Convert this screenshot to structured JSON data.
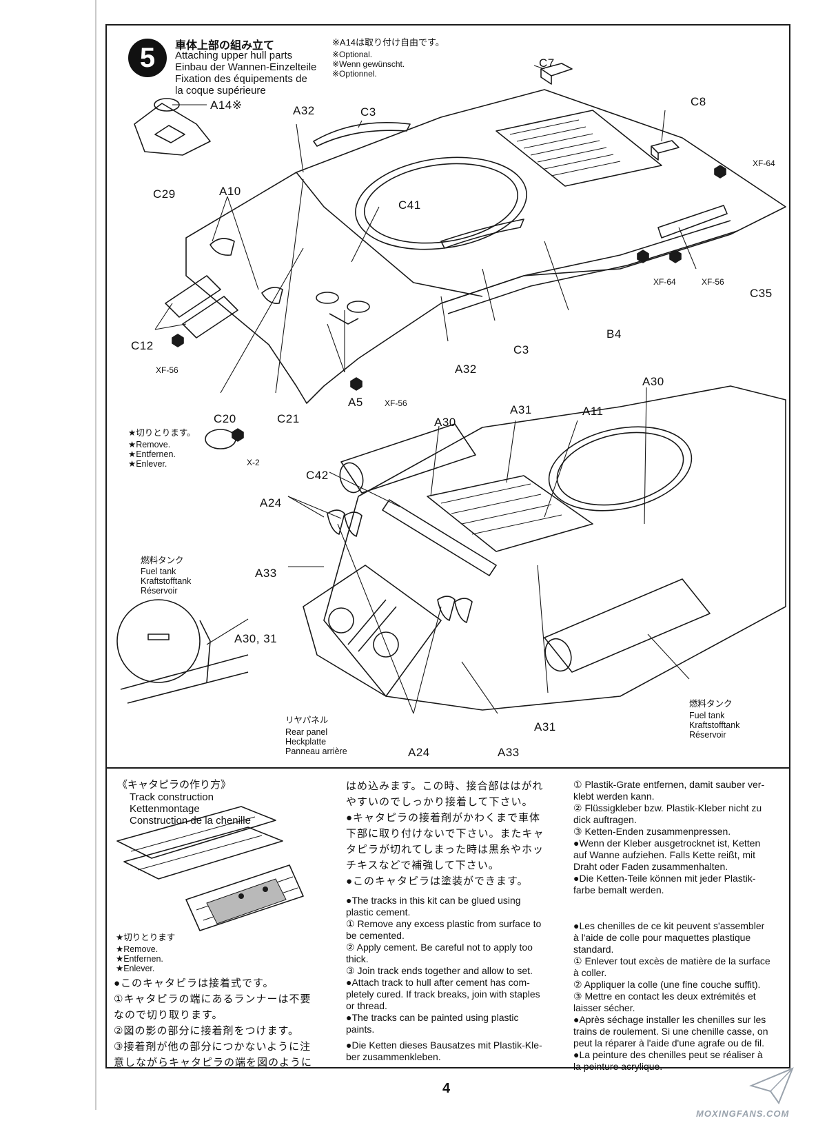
{
  "step": {
    "number": "5",
    "title_jp": "車体上部の組み立て",
    "title_en": "Attaching upper hull parts",
    "title_de": "Einbau der Wannen-Einzelteile",
    "title_fr_1": "Fixation des équipements de",
    "title_fr_2": "la coque supérieure"
  },
  "optional_note": {
    "jp": "※A14は取り付け自由です。",
    "en": "※Optional.",
    "de": "※Wenn gewünscht.",
    "fr": "※Optionnel."
  },
  "part_labels": {
    "a14": "A14※",
    "c29": "C29",
    "a10": "A10",
    "a32_top": "A32",
    "c3_top": "C3",
    "c7": "C7",
    "c8": "C8",
    "xf64_right": "XF-64",
    "c41": "C41",
    "c12": "C12",
    "xf56_left": "XF-56",
    "xf64_mid": "XF-64",
    "xf56_mid": "XF-56",
    "c35": "C35",
    "b4": "B4",
    "c3_bottom": "C3",
    "a32_bottom": "A32",
    "a5": "A5",
    "xf56_a5": "XF-56",
    "c20": "C20",
    "c21": "C21",
    "x2": "X-2",
    "a30_top": "A30",
    "a30_mid": "A30",
    "a31_mid": "A31",
    "a11": "A11",
    "c42": "C42",
    "a24_top": "A24",
    "a33_left": "A33",
    "a30_31": "A30, 31",
    "a31_bottom": "A31",
    "a24_bottom": "A24",
    "a33_bottom": "A33"
  },
  "remove_note": {
    "jp": "★切りとります。",
    "en": "★Remove.",
    "de": "★Entfernen.",
    "fr": "★Enlever."
  },
  "fuel_tank_left": {
    "jp": "燃料タンク",
    "en": "Fuel tank",
    "de": "Kraftstofftank",
    "fr": "Réservoir"
  },
  "fuel_tank_right": {
    "jp": "燃料タンク",
    "en": "Fuel tank",
    "de": "Kraftstofftank",
    "fr": "Réservoir"
  },
  "rear_panel": {
    "jp": "リヤパネル",
    "en": "Rear panel",
    "de": "Heckplatte",
    "fr": "Panneau arrière"
  },
  "track": {
    "title_jp": "《キャタピラの作り方》",
    "title_en": "Track construction",
    "title_de": "Kettenmontage",
    "title_fr": "Construction de la chenille",
    "remove_jp": "★切りとります",
    "remove_en": "★Remove.",
    "remove_de": "★Entfernen.",
    "remove_fr": "★Enlever.",
    "jp_left": [
      "●このキャタピラは接着式です。",
      "①キャタピラの端にあるランナーは不要",
      "なので切り取ります。",
      "②図の影の部分に接着剤をつけます。",
      "③接着剤が他の部分につかないように注",
      "意しながらキャタピラの端を図のように"
    ],
    "jp_mid": [
      "はめ込みます。この時、接合部ははがれ",
      "やすいのでしっかり接着して下さい。",
      "●キャタピラの接着剤がかわくまで車体",
      "下部に取り付けないで下さい。またキャ",
      "タピラが切れてしまった時は黒糸やホッ",
      "チキスなどで補強して下さい。",
      "●このキャタピラは塗装ができます。"
    ],
    "en": [
      "●The tracks in this kit can be glued using",
      "plastic cement.",
      "① Remove any excess plastic from surface to",
      "be cemented.",
      "② Apply cement. Be careful not to apply too",
      "thick.",
      "③ Join track ends together and allow to set.",
      "●Attach track to hull after cement has com-",
      "pletely cured. If track breaks, join with staples",
      "or thread.",
      "●The tracks can be painted using plastic",
      "paints."
    ],
    "de_mid": [
      "●Die Ketten dieses Bausatzes mit Plastik-Kle-",
      "ber zusammenkleben."
    ],
    "de_right": [
      "① Plastik-Grate entfernen, damit sauber ver-",
      "klebt werden kann.",
      "② Flüssigkleber bzw. Plastik-Kleber nicht zu",
      "dick auftragen.",
      "③ Ketten-Enden zusammenpressen.",
      "●Wenn der Kleber ausgetrocknet ist, Ketten",
      "auf Wanne aufziehen. Falls Kette reißt, mit",
      "Draht oder Faden zusammenhalten.",
      "●Die Ketten-Teile können mit jeder Plastik-",
      "farbe bemalt werden."
    ],
    "fr": [
      "●Les chenilles de ce kit peuvent s'assembler",
      "à l'aide de colle pour maquettes plastique",
      "standard.",
      "① Enlever tout excès de matière de la surface",
      "à coller.",
      "② Appliquer la colle (une fine couche suffit).",
      "③ Mettre en contact les deux extrémités et",
      "laisser sécher.",
      "●Après séchage installer les chenilles sur les",
      "trains de roulement. Si une chenille casse, on",
      "peut la réparer à l'aide d'une agrafe ou de fil.",
      "●La peinture des chenilles peut se réaliser à",
      "la peinture acrylique."
    ]
  },
  "page_number": "4",
  "watermark": "MOXINGFANS.COM"
}
